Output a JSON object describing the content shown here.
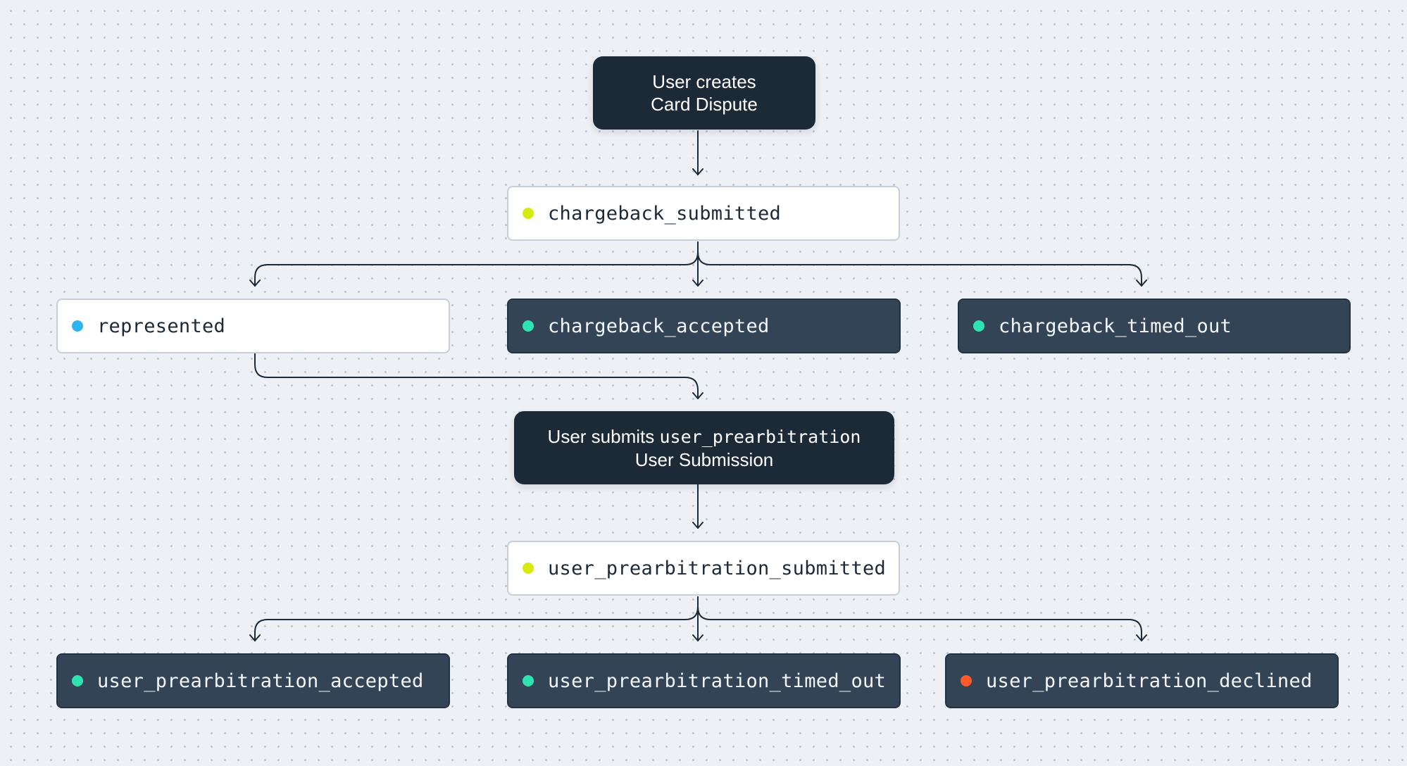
{
  "colors": {
    "pending": "#d6ea0f",
    "represented": "#2fb4f2",
    "success": "#2ee3b2",
    "declined": "#ff5a2c"
  },
  "nodes": {
    "create_dispute": {
      "line1": "User creates",
      "line2": "Card Dispute"
    },
    "chargeback_submitted": {
      "label": "chargeback_submitted"
    },
    "represented": {
      "label": "represented"
    },
    "chargeback_accepted": {
      "label": "chargeback_accepted"
    },
    "chargeback_timed_out": {
      "label": "chargeback_timed_out"
    },
    "submit_prearb": {
      "prefix": "User submits ",
      "code": "user_prearbitration",
      "line2": "User Submission"
    },
    "user_prearbitration_submitted": {
      "label": "user_prearbitration_submitted"
    },
    "user_prearbitration_accepted": {
      "label": "user_prearbitration_accepted"
    },
    "user_prearbitration_timed_out": {
      "label": "user_prearbitration_timed_out"
    },
    "user_prearbitration_declined": {
      "label": "user_prearbitration_declined"
    }
  }
}
